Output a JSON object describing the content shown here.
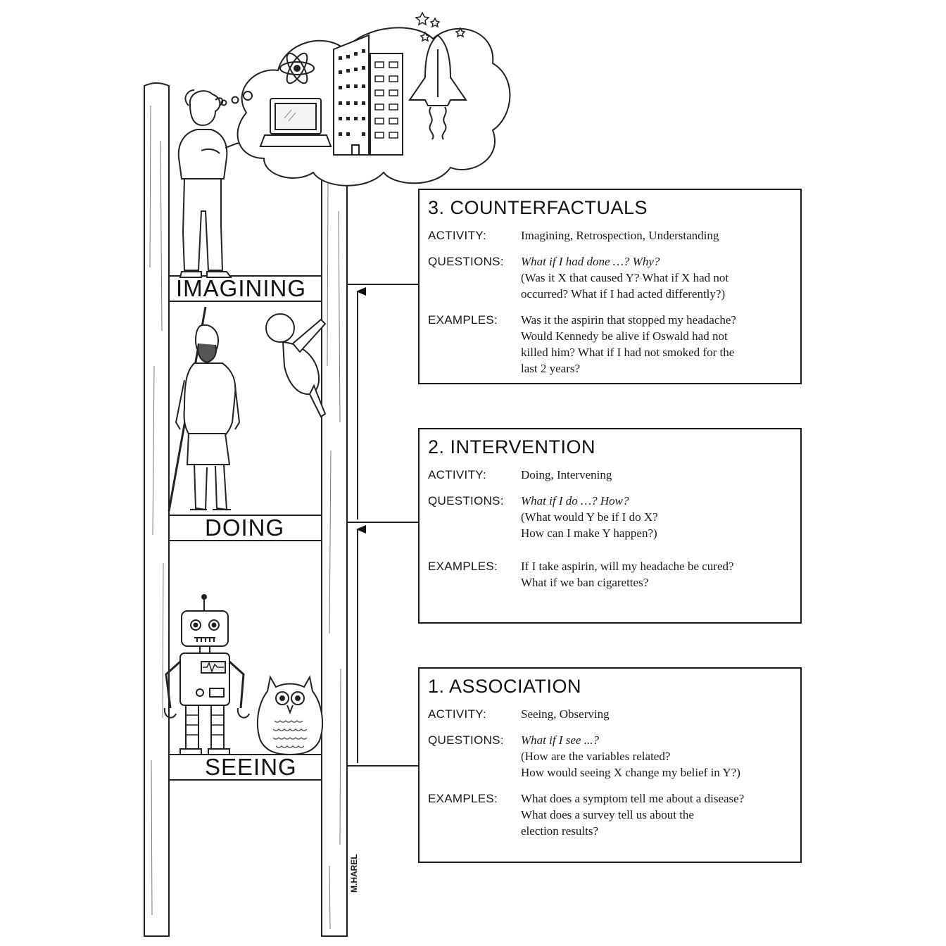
{
  "rungs": {
    "imagining": "IMAGINING",
    "doing": "DOING",
    "seeing": "SEEING"
  },
  "levels": [
    {
      "title": "3. COUNTERFACTUALS",
      "activity_label": "ACTIVITY:",
      "activity": "Imagining, Retrospection, Understanding",
      "questions_label": "QUESTIONS:",
      "question_italic": "What if I had done …? Why?",
      "questions": [
        "(Was it X that caused Y? What if X had not",
        "occurred? What if I had acted differently?)"
      ],
      "examples_label": "EXAMPLES:",
      "examples": [
        "Was it the aspirin that stopped my headache?",
        "Would Kennedy be alive if Oswald had not",
        "killed him? What if I had not smoked for the",
        "last 2 years?"
      ]
    },
    {
      "title": "2. INTERVENTION",
      "activity_label": "ACTIVITY:",
      "activity": "Doing, Intervening",
      "questions_label": "QUESTIONS:",
      "question_italic": "What if I do …? How?",
      "questions": [
        "(What would Y be if I do X?",
        "How can I make Y happen?)"
      ],
      "examples_label": "EXAMPLES:",
      "examples": [
        "If I take aspirin, will my headache be cured?",
        "What if we ban cigarettes?"
      ]
    },
    {
      "title": "1. ASSOCIATION",
      "activity_label": "ACTIVITY:",
      "activity": "Seeing, Observing",
      "questions_label": "QUESTIONS:",
      "question_italic": "What if I see ...?",
      "questions": [
        "(How are the variables related?",
        "How would seeing X change my belief in Y?)"
      ],
      "examples_label": "EXAMPLES:",
      "examples": [
        "What does a symptom tell me about a disease?",
        "What does a survey tell us about the",
        "election results?"
      ]
    }
  ],
  "signature": "M.HAREL",
  "icons": [
    "thought-bubble-icon",
    "atom-icon",
    "laptop-icon",
    "building-icon",
    "space-shuttle-icon",
    "star-icon",
    "man-figure-icon",
    "caveman-figure-icon",
    "baby-figure-icon",
    "robot-figure-icon",
    "owl-icon",
    "arrow-up-icon"
  ]
}
